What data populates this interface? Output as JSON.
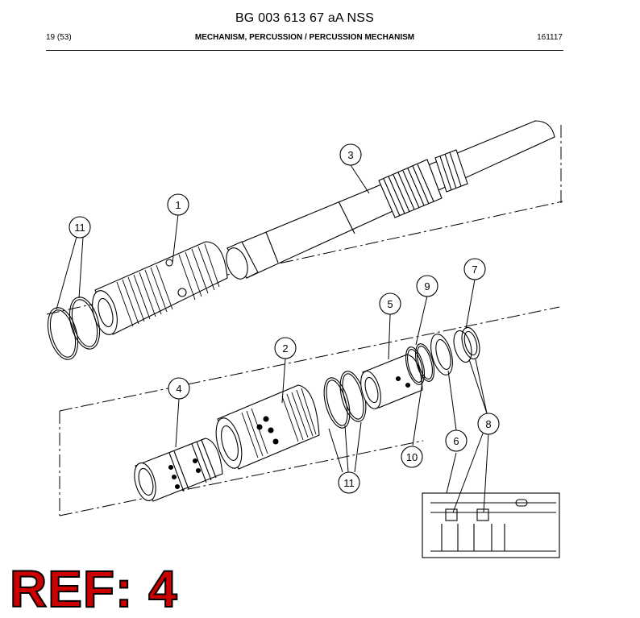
{
  "document": {
    "title": "BG 003 613 67 aA NSS",
    "page": "19 (53)",
    "section": "MECHANISM, PERCUSSION / PERCUSSION MECHANISM",
    "date_code": "161117"
  },
  "diagram": {
    "callouts": [
      "1",
      "2",
      "3",
      "4",
      "5",
      "6",
      "7",
      "8",
      "9",
      "10",
      "11",
      "11"
    ]
  },
  "ref_label": "REF: 4",
  "colors": {
    "ref": "#cc0000",
    "line": "#000000"
  }
}
